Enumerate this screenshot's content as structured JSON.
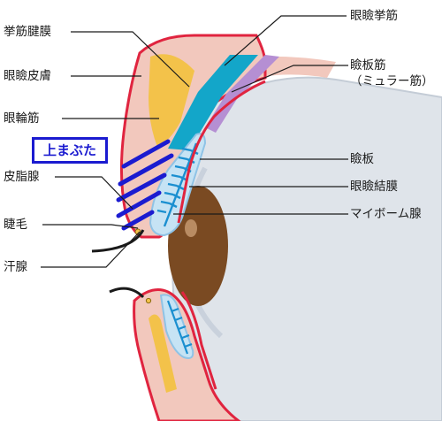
{
  "labels_left": {
    "levator_aponeurosis": "挙筋腱膜",
    "eyelid_skin": "眼瞼皮膚",
    "orbicularis": "眼輪筋",
    "sebaceous_gland": "皮脂腺",
    "eyelash": "睫毛",
    "sweat_gland": "汗腺"
  },
  "labels_right": {
    "levator_muscle": "眼瞼挙筋",
    "tarsal_muscle": "瞼板筋",
    "tarsal_muscle_alt": "（ミュラー筋）",
    "tarsus": "瞼板",
    "conjunctiva": "眼瞼結膜",
    "meibomian_gland": "マイボーム腺"
  },
  "callout": {
    "upper_eyelid": "上まぶた"
  },
  "colors": {
    "skin": "#f2c8bd",
    "skin_outline": "#e0243f",
    "fat": "#f3c24a",
    "levator": "#13a6c9",
    "tarsal_muscle": "#b58fd3",
    "tarsal_plate": "#c6e3f4",
    "meibomian": "#1a8fd0",
    "orbicularis": "#1b1bd0",
    "sclera": "#dfe4ea",
    "iris": "#7a4a22",
    "callout_border": "#1b1bd0"
  }
}
